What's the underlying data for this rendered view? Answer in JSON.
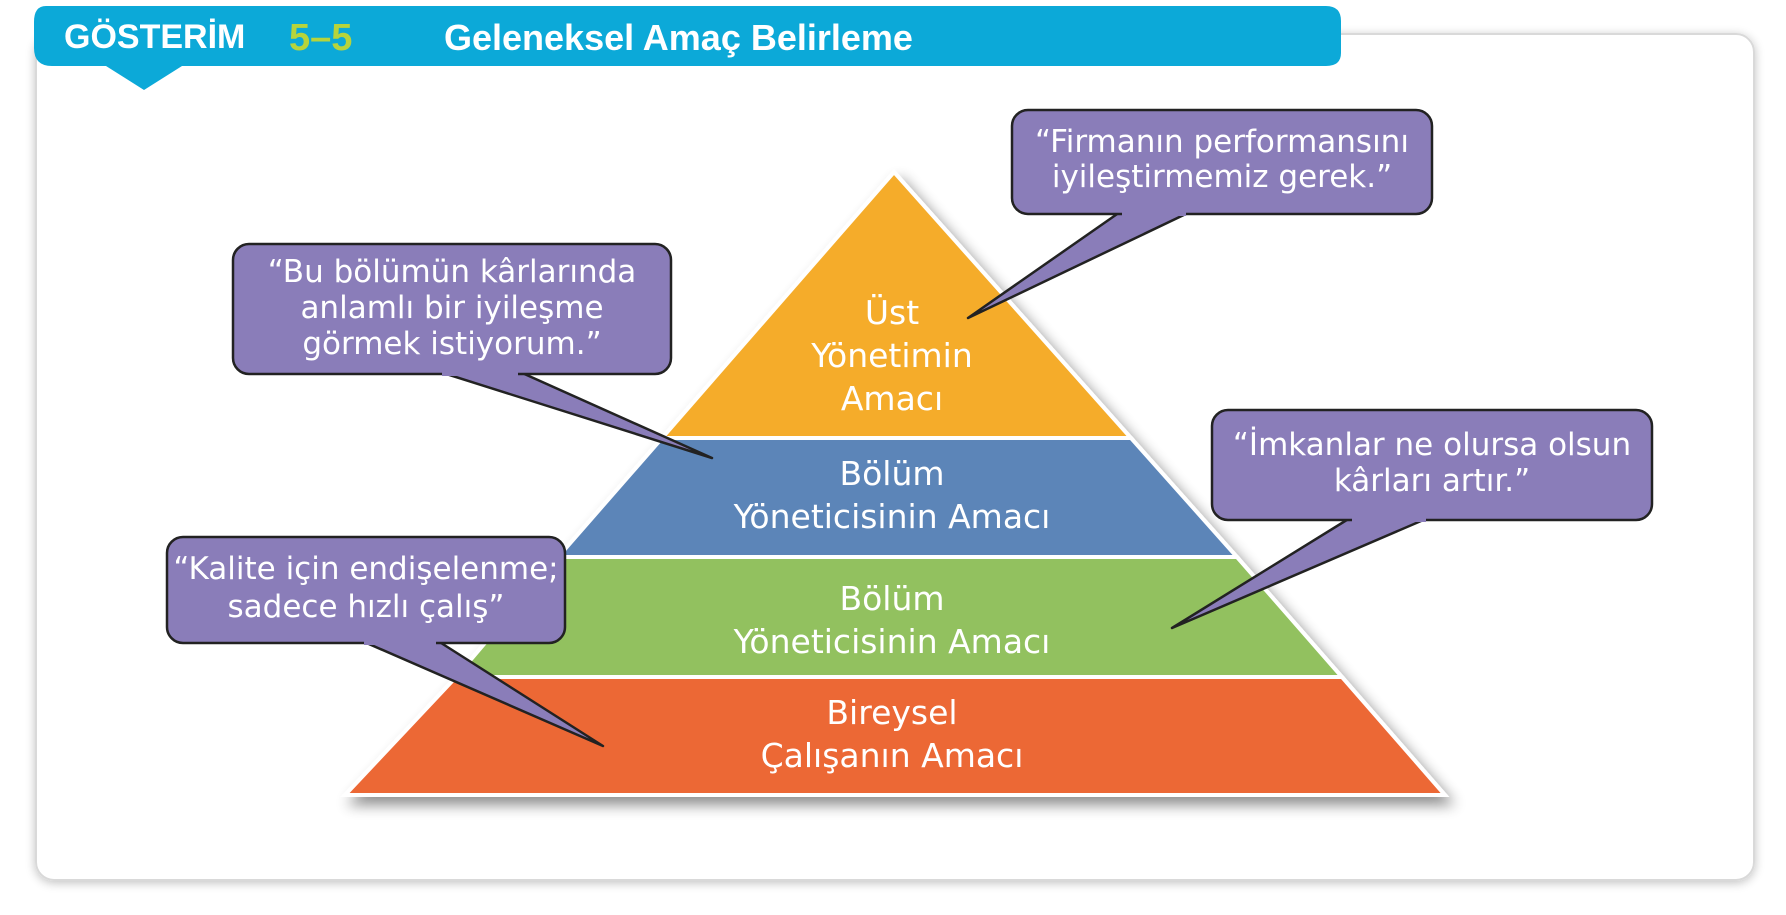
{
  "header": {
    "label": "GÖSTERİM",
    "number": "5–5",
    "title": "Geleneksel Amaç Belirleme"
  },
  "colors": {
    "header_blue": "#0ca9d8",
    "number_green": "#b7d43b",
    "tier_top": "#f5ac2c",
    "tier_second": "#5b85b8",
    "tier_third": "#92c15f",
    "tier_bottom": "#ec6735",
    "bubble": "#8a7db9"
  },
  "pyramid": {
    "tiers": [
      {
        "lines": [
          "Üst",
          "Yönetimin",
          "Amacı"
        ]
      },
      {
        "lines": [
          "Bölüm",
          "Yöneticisinin Amacı"
        ]
      },
      {
        "lines": [
          "Bölüm",
          "Yöneticisinin Amacı"
        ]
      },
      {
        "lines": [
          "Bireysel",
          "Çalışanın Amacı"
        ]
      }
    ]
  },
  "bubbles": [
    {
      "lines": [
        "“Firmanın performansını",
        "iyileştirmemiz gerek.”"
      ]
    },
    {
      "lines": [
        "“Bu bölümün kârlarında",
        "anlamlı bir iyileşme",
        "görmek istiyorum.”"
      ]
    },
    {
      "lines": [
        "“İmkanlar ne olursa olsun",
        "kârları artır.”"
      ]
    },
    {
      "lines": [
        "“Kalite için endişelenme;",
        "sadece hızlı çalış”"
      ]
    }
  ]
}
